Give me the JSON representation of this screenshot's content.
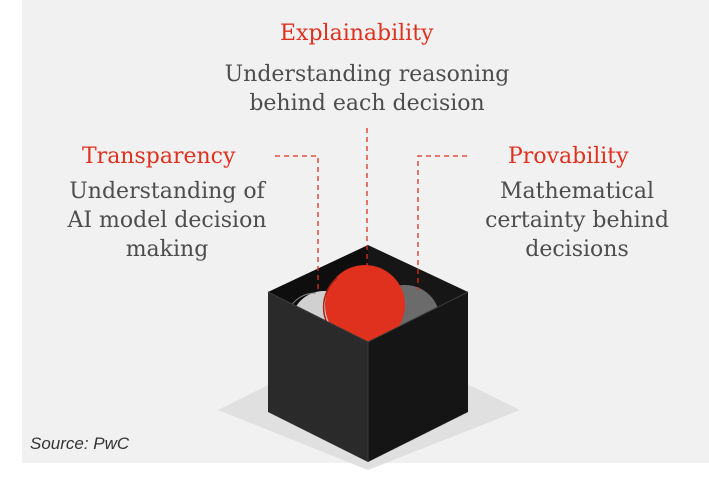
{
  "colors": {
    "accent_red": "#e0301e",
    "text_gray": "#4d4d4d",
    "background": "#f1f1f1",
    "box_dark": "#1e1e1e",
    "ball_light": "#cfcfcf",
    "ball_mid": "#6e6e6e"
  },
  "concepts": {
    "explainability": {
      "title": "Explainability",
      "description": [
        "Understanding reasoning",
        "behind each decision"
      ]
    },
    "transparency": {
      "title": "Transparency",
      "description": [
        "Understanding of",
        "AI model decision",
        "making"
      ]
    },
    "provability": {
      "title": "Provability",
      "description": [
        "Mathematical",
        "certainty behind",
        "decisions"
      ]
    }
  },
  "source": "Source: PwC"
}
